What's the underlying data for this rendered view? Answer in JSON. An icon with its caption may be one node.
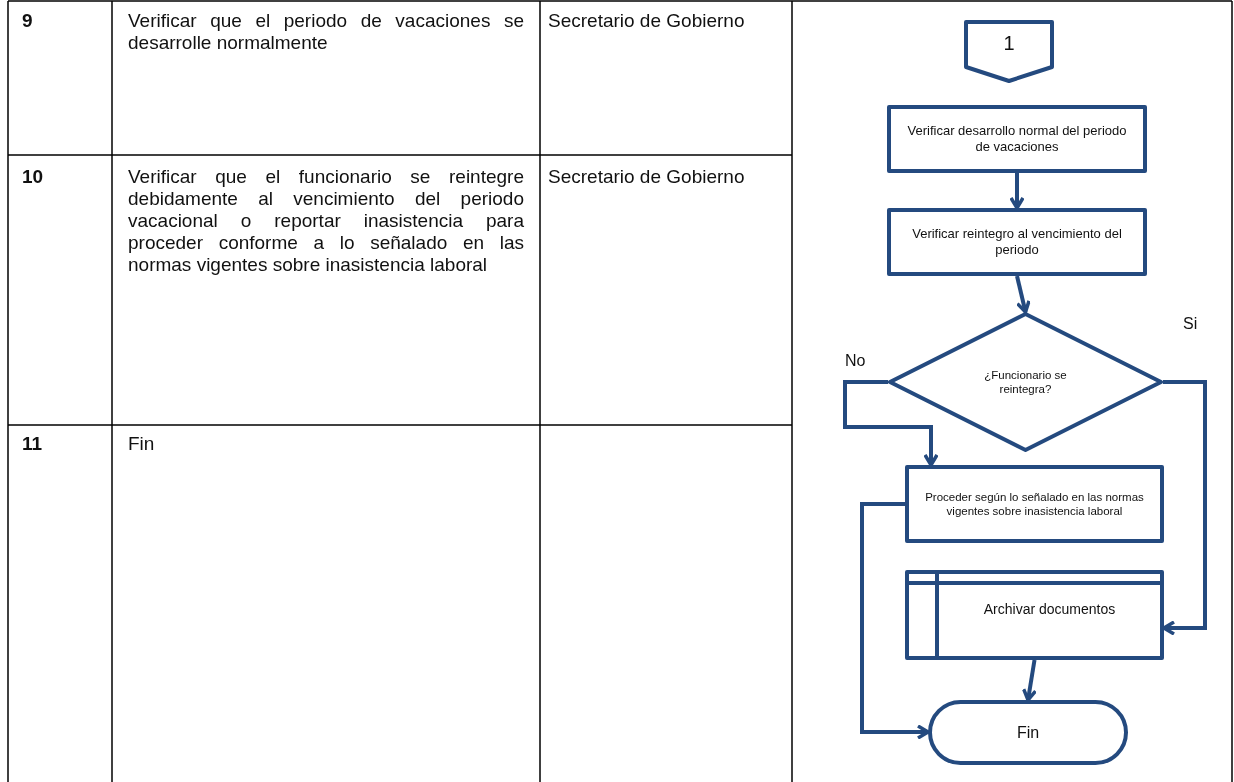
{
  "diagram": {
    "nodes": [
      {
        "text": [
          "1"
        ]
      },
      {
        "text": [
          "Verificar desarrollo normal del periodo de vacaciones"
        ]
      },
      {
        "text": [
          "Verificar reintegro al vencimiento del periodo"
        ]
      },
      {
        "text": [
          "¿Funcionario se reintegra?"
        ]
      },
      {
        "text": [
          "Proceder según lo señalado en las normas vigentes sobre inasistencia laboral"
        ]
      },
      {
        "text": [
          "Archivar documentos"
        ]
      },
      {
        "text": [
          "Fin"
        ]
      }
    ],
    "edges": [
      {
        "from": 1,
        "to": 2,
        "arrow": "to"
      },
      {
        "from": 2,
        "to": 3,
        "arrow": "to"
      },
      {
        "from": 3,
        "to": 4,
        "arrow": "to",
        "label": "No"
      },
      {
        "from": 3,
        "to": 5,
        "arrow": "to",
        "label": "Si"
      },
      {
        "from": 4,
        "to": 6,
        "arrow": "to"
      },
      {
        "from": 5,
        "to": 6,
        "arrow": "to"
      }
    ],
    "labels": [
      "9",
      "Verificar que el periodo de vacaciones se desarrolle normalmente",
      "Secretario de Gobierno",
      "10",
      "Verificar que el funcionario se reintegre debidamente al vencimiento del periodo vacacional o reportar inasistencia para proceder conforme a lo señalado en las normas vigentes sobre inasistencia laboral",
      "Secretario de Gobierno",
      "11",
      "Fin"
    ]
  }
}
